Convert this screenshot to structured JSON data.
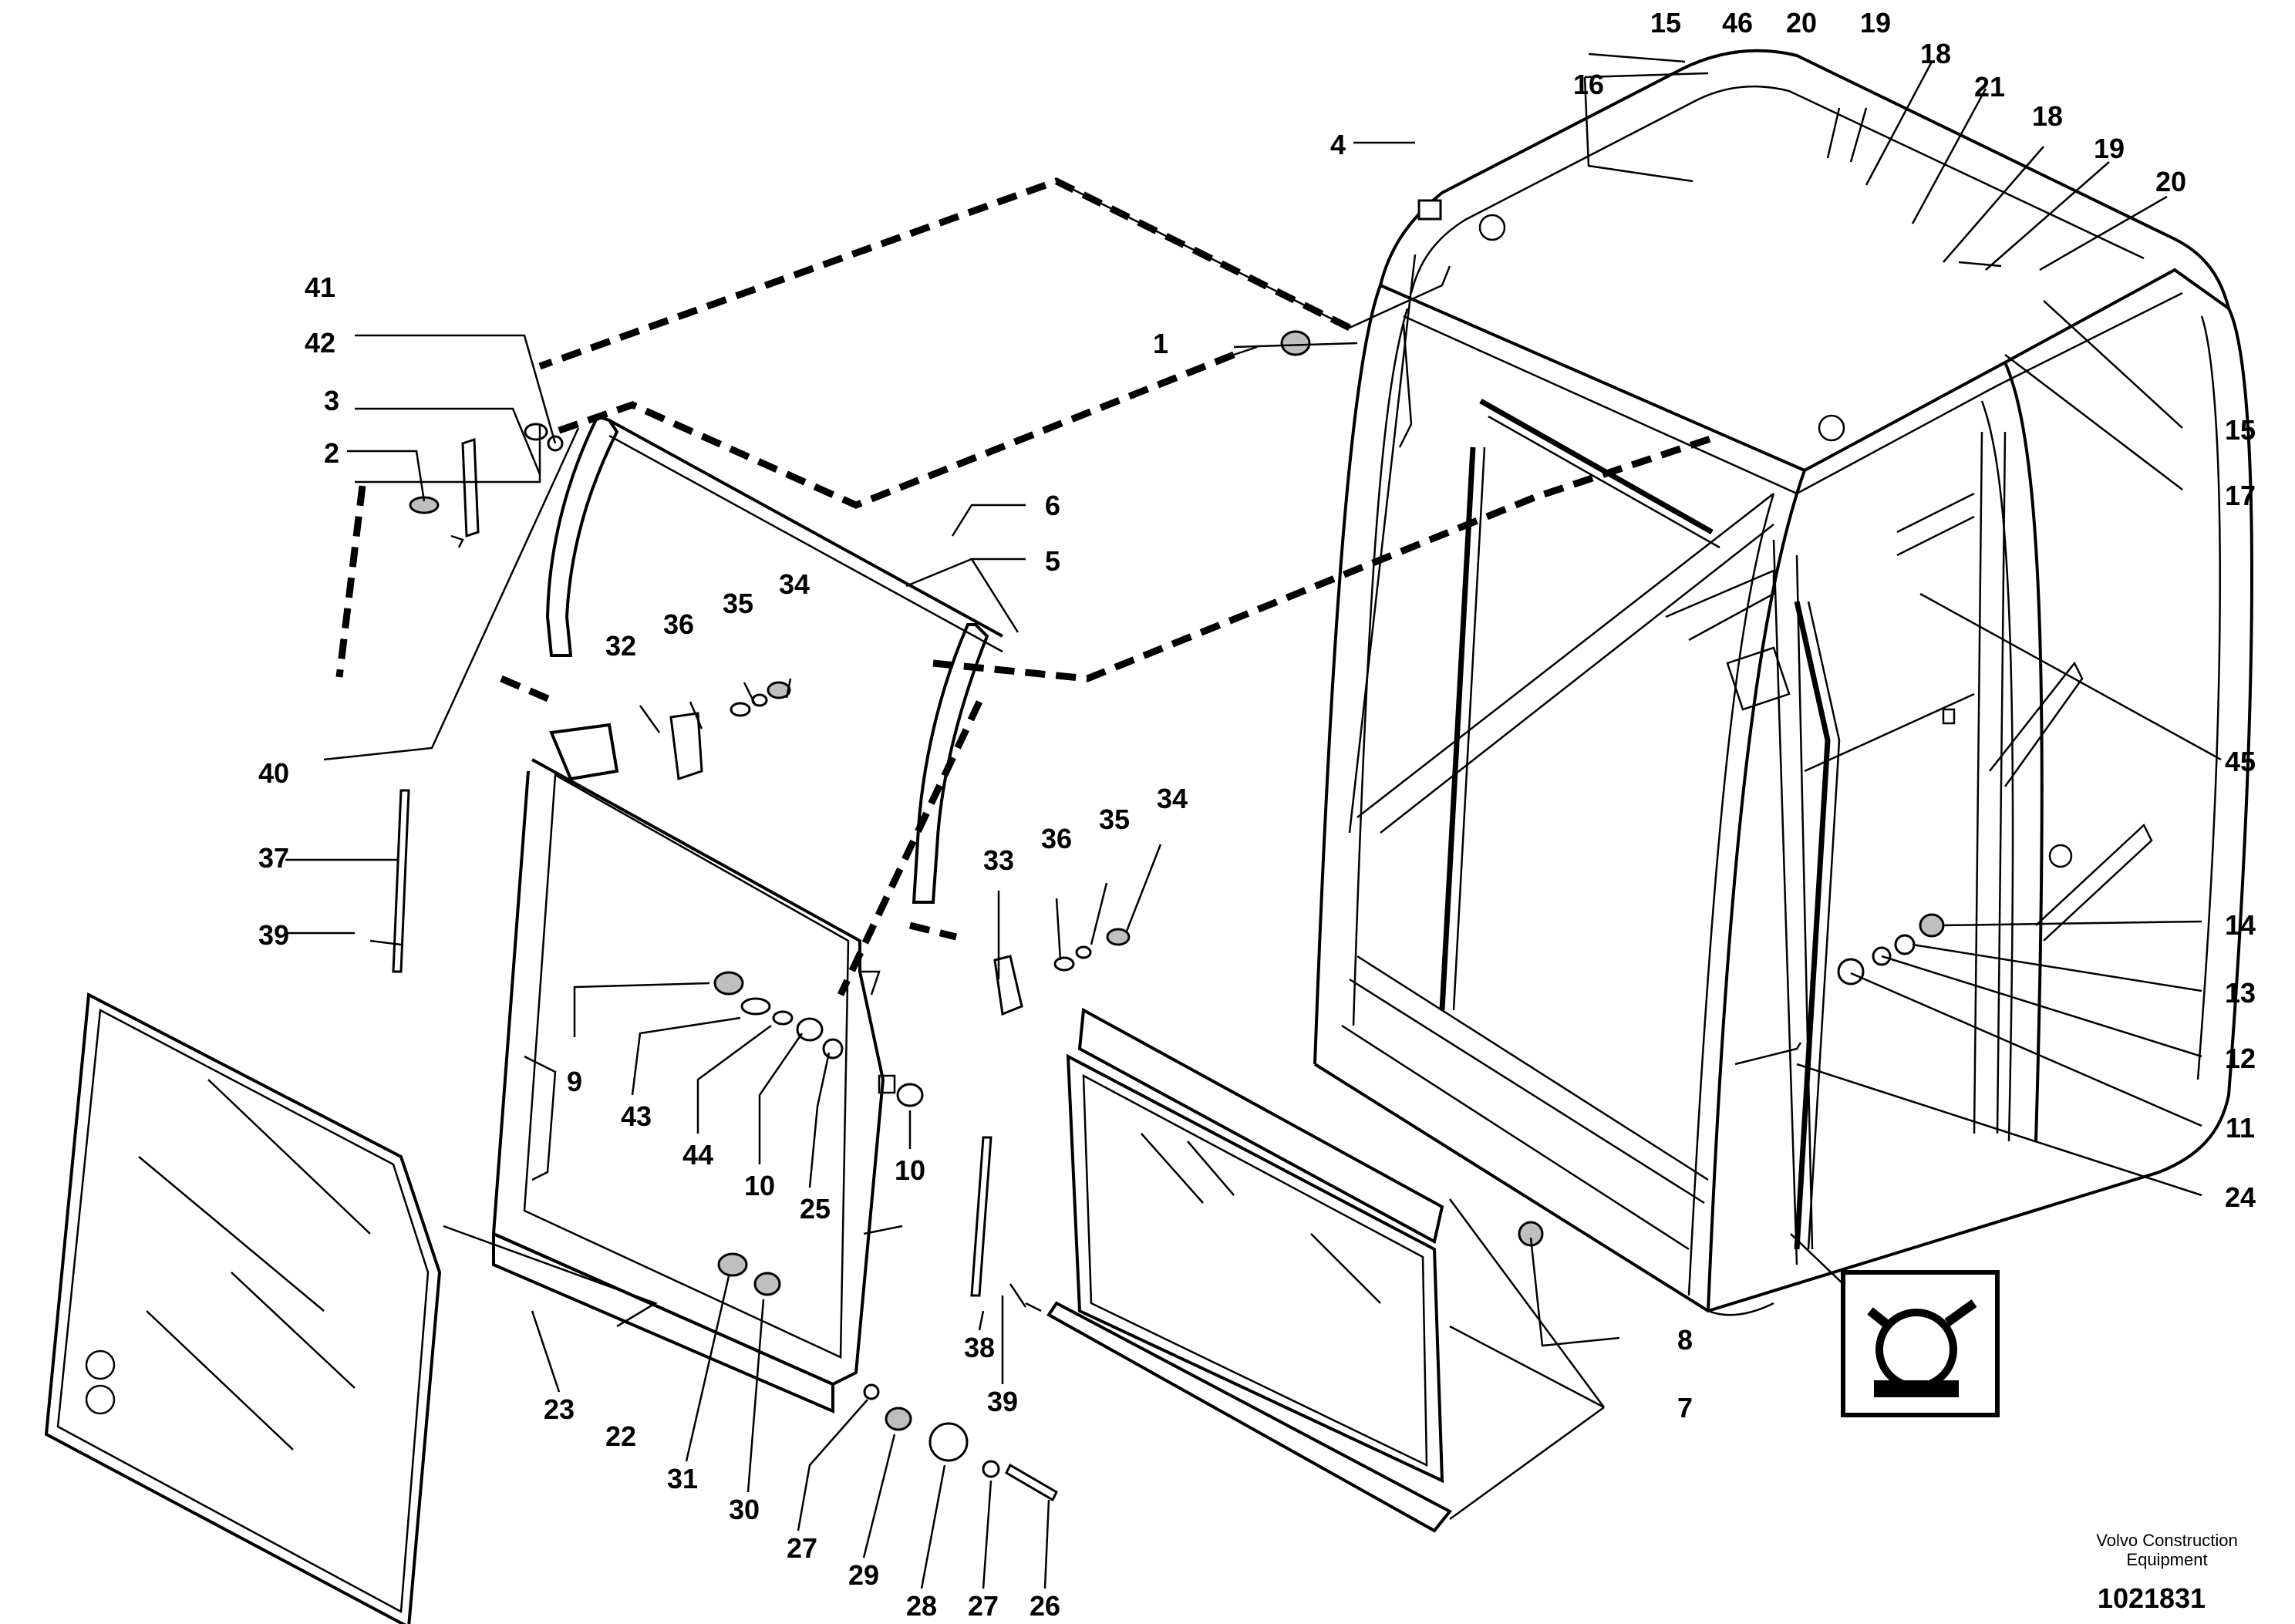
{
  "diagram": {
    "callouts": [
      {
        "id": "c15a",
        "label": "15"
      },
      {
        "id": "c46",
        "label": "46"
      },
      {
        "id": "c20a",
        "label": "20"
      },
      {
        "id": "c19a",
        "label": "19"
      },
      {
        "id": "c18a",
        "label": "18"
      },
      {
        "id": "c21",
        "label": "21"
      },
      {
        "id": "c16",
        "label": "16"
      },
      {
        "id": "c18b",
        "label": "18"
      },
      {
        "id": "c19b",
        "label": "19"
      },
      {
        "id": "c20b",
        "label": "20"
      },
      {
        "id": "c4",
        "label": "4"
      },
      {
        "id": "c1",
        "label": "1"
      },
      {
        "id": "c15b",
        "label": "15"
      },
      {
        "id": "c17",
        "label": "17"
      },
      {
        "id": "c45",
        "label": "45"
      },
      {
        "id": "c41",
        "label": "41"
      },
      {
        "id": "c42",
        "label": "42"
      },
      {
        "id": "c3",
        "label": "3"
      },
      {
        "id": "c2",
        "label": "2"
      },
      {
        "id": "c6",
        "label": "6"
      },
      {
        "id": "c5",
        "label": "5"
      },
      {
        "id": "c32",
        "label": "32"
      },
      {
        "id": "c36a",
        "label": "36"
      },
      {
        "id": "c35a",
        "label": "35"
      },
      {
        "id": "c34a",
        "label": "34"
      },
      {
        "id": "c40",
        "label": "40"
      },
      {
        "id": "c37",
        "label": "37"
      },
      {
        "id": "c39a",
        "label": "39"
      },
      {
        "id": "c33",
        "label": "33"
      },
      {
        "id": "c36b",
        "label": "36"
      },
      {
        "id": "c35b",
        "label": "35"
      },
      {
        "id": "c34b",
        "label": "34"
      },
      {
        "id": "c14",
        "label": "14"
      },
      {
        "id": "c13",
        "label": "13"
      },
      {
        "id": "c12",
        "label": "12"
      },
      {
        "id": "c11",
        "label": "11"
      },
      {
        "id": "c24",
        "label": "24"
      },
      {
        "id": "c9",
        "label": "9"
      },
      {
        "id": "c43",
        "label": "43"
      },
      {
        "id": "c44",
        "label": "44"
      },
      {
        "id": "c10a",
        "label": "10"
      },
      {
        "id": "c25",
        "label": "25"
      },
      {
        "id": "c10b",
        "label": "10"
      },
      {
        "id": "c8",
        "label": "8"
      },
      {
        "id": "c7",
        "label": "7"
      },
      {
        "id": "c23",
        "label": "23"
      },
      {
        "id": "c22",
        "label": "22"
      },
      {
        "id": "c31",
        "label": "31"
      },
      {
        "id": "c30",
        "label": "30"
      },
      {
        "id": "c38",
        "label": "38"
      },
      {
        "id": "c39b",
        "label": "39"
      },
      {
        "id": "c27a",
        "label": "27"
      },
      {
        "id": "c29",
        "label": "29"
      },
      {
        "id": "c28",
        "label": "28"
      },
      {
        "id": "c27b",
        "label": "27"
      },
      {
        "id": "c26",
        "label": "26"
      }
    ]
  },
  "footer": {
    "credit_line1": "Volvo Construction",
    "credit_line2": "Equipment",
    "document_number": "1021831"
  },
  "legend_icon": "seat-belt-warning-icon"
}
